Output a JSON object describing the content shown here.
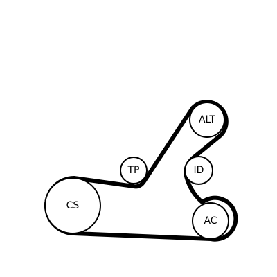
{
  "diagram": {
    "pulleys": {
      "cs": {
        "label": "CS"
      },
      "tp": {
        "label": "TP"
      },
      "alt": {
        "label": "ALT"
      },
      "id": {
        "label": "ID"
      },
      "ac": {
        "label": "AC"
      }
    },
    "colors": {
      "belt": "#000000",
      "pulley_stroke": "#000000",
      "background": "#ffffff"
    }
  }
}
